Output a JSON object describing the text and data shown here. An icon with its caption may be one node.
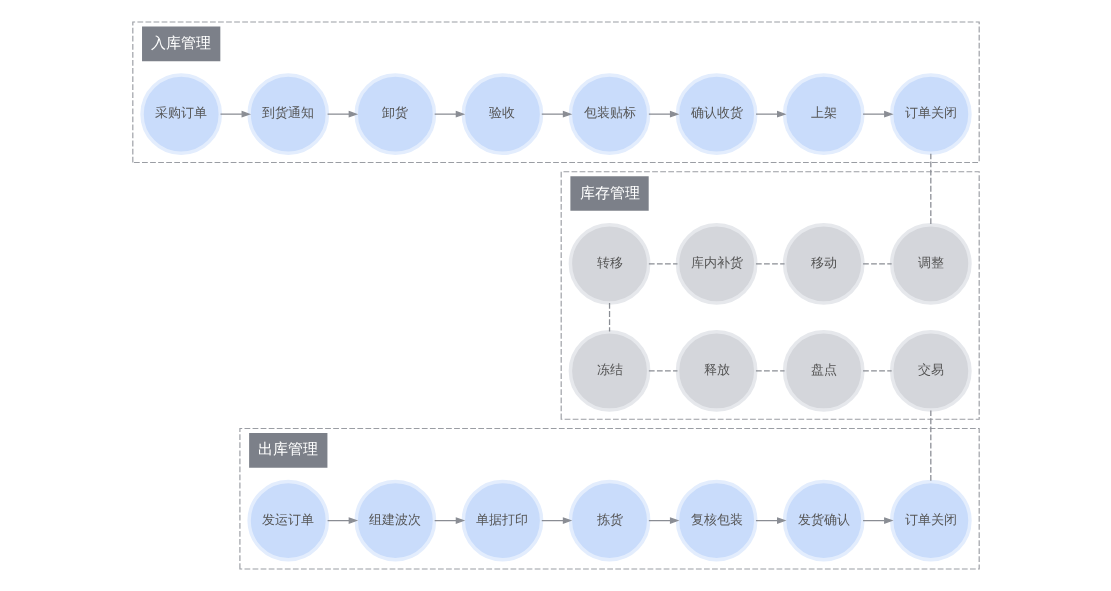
{
  "diagram": {
    "nodes": [
      {
        "text": [
          "入库管理"
        ]
      },
      {
        "text": [
          "采购订单"
        ],
        "in": 0
      },
      {
        "text": [
          "到货通知"
        ],
        "in": 0
      },
      {
        "text": [
          "卸货"
        ],
        "in": 0
      },
      {
        "text": [
          "验收"
        ],
        "in": 0
      },
      {
        "text": [
          "包装贴标"
        ],
        "in": 0
      },
      {
        "text": [
          "确认收货"
        ],
        "in": 0
      },
      {
        "text": [
          "上架"
        ],
        "in": 0
      },
      {
        "text": [
          "订单关闭"
        ],
        "in": 0
      },
      {
        "text": [
          "库存管理"
        ]
      },
      {
        "text": [
          "转移"
        ],
        "in": 9
      },
      {
        "text": [
          "库内补货"
        ],
        "in": 9
      },
      {
        "text": [
          "移动"
        ],
        "in": 9
      },
      {
        "text": [
          "调整"
        ],
        "in": 9
      },
      {
        "text": [
          "冻结"
        ],
        "in": 9
      },
      {
        "text": [
          "释放"
        ],
        "in": 9
      },
      {
        "text": [
          "盘点"
        ],
        "in": 9
      },
      {
        "text": [
          "交易"
        ],
        "in": 9
      },
      {
        "text": [
          "出库管理"
        ]
      },
      {
        "text": [
          "发运订单"
        ],
        "in": 18
      },
      {
        "text": [
          "组建波次"
        ],
        "in": 18
      },
      {
        "text": [
          "单据打印"
        ],
        "in": 18
      },
      {
        "text": [
          "拣货"
        ],
        "in": 18
      },
      {
        "text": [
          "复核包装"
        ],
        "in": 18
      },
      {
        "text": [
          "发货确认"
        ],
        "in": 18
      },
      {
        "text": [
          "订单关闭"
        ],
        "in": 18
      }
    ],
    "edges": [
      {
        "from": 1,
        "to": 2,
        "arrow": "to"
      },
      {
        "from": 2,
        "to": 3,
        "arrow": "to"
      },
      {
        "from": 3,
        "to": 4,
        "arrow": "to"
      },
      {
        "from": 4,
        "to": 5,
        "arrow": "to"
      },
      {
        "from": 5,
        "to": 6,
        "arrow": "to"
      },
      {
        "from": 6,
        "to": 7,
        "arrow": "to"
      },
      {
        "from": 7,
        "to": 8,
        "arrow": "to"
      },
      {
        "from": 8,
        "to": 13,
        "arrow": "none",
        "style": "dashed"
      },
      {
        "from": 10,
        "to": 11,
        "arrow": "none",
        "style": "dashed"
      },
      {
        "from": 11,
        "to": 12,
        "arrow": "none",
        "style": "dashed"
      },
      {
        "from": 12,
        "to": 13,
        "arrow": "none",
        "style": "dashed"
      },
      {
        "from": 10,
        "to": 14,
        "arrow": "none",
        "style": "dashed"
      },
      {
        "from": 14,
        "to": 15,
        "arrow": "none",
        "style": "dashed"
      },
      {
        "from": 15,
        "to": 16,
        "arrow": "none",
        "style": "dashed"
      },
      {
        "from": 16,
        "to": 17,
        "arrow": "none",
        "style": "dashed"
      },
      {
        "from": 17,
        "to": 25,
        "arrow": "none",
        "style": "dashed"
      },
      {
        "from": 19,
        "to": 20,
        "arrow": "to"
      },
      {
        "from": 20,
        "to": 21,
        "arrow": "to"
      },
      {
        "from": 21,
        "to": 22,
        "arrow": "to"
      },
      {
        "from": 22,
        "to": 23,
        "arrow": "to"
      },
      {
        "from": 23,
        "to": 24,
        "arrow": "to"
      },
      {
        "from": 24,
        "to": 25,
        "arrow": "to"
      }
    ]
  }
}
